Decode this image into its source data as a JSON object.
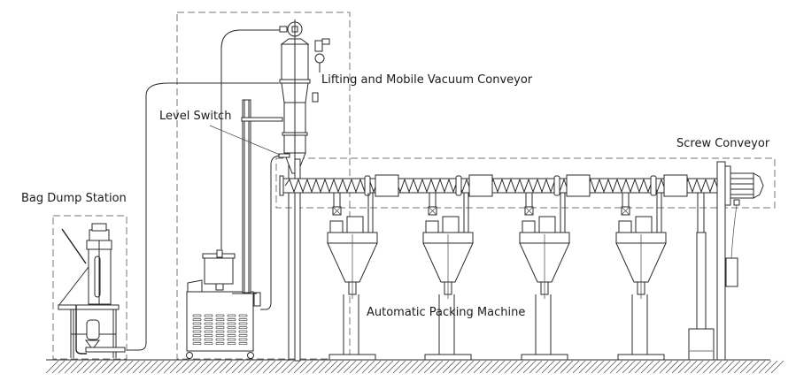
{
  "diagram": {
    "type": "process-flow-line-drawing",
    "labels": {
      "bag_dump_station": "Bag Dump Station",
      "level_switch": "Level Switch",
      "vacuum_conveyor": "Lifting and Mobile Vacuum Conveyor",
      "screw_conveyor": "Screw Conveyor",
      "packing_machine": "Automatic Packing Machine"
    },
    "components": [
      {
        "id": "bag-dump-station",
        "label_ref": "bag_dump_station"
      },
      {
        "id": "vacuum-conveyor",
        "label_ref": "vacuum_conveyor"
      },
      {
        "id": "level-switch",
        "label_ref": "level_switch"
      },
      {
        "id": "screw-conveyor",
        "label_ref": "screw_conveyor"
      },
      {
        "id": "packing-machine",
        "label_ref": "packing_machine",
        "count": 4
      }
    ],
    "connections": [
      {
        "from": "bag-dump-station",
        "to": "vacuum-conveyor",
        "kind": "pipe"
      },
      {
        "from": "vacuum-conveyor",
        "to": "screw-conveyor",
        "kind": "discharge"
      },
      {
        "from": "screw-conveyor",
        "to": "packing-machine",
        "kind": "feed"
      }
    ],
    "colors": {
      "line": "#2a2a2a",
      "dashed_boundary": "#777777",
      "background": "#ffffff"
    }
  }
}
